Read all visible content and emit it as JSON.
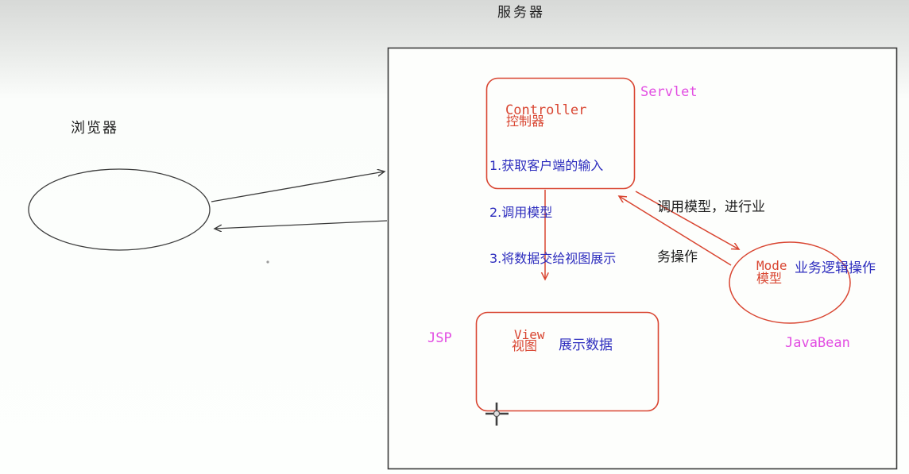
{
  "title": "服务器",
  "colors": {
    "red": "#d94632",
    "blue": "#2d2dbe",
    "magenta": "#e24de2",
    "black_text": "#1f1f1f",
    "outline": "#3b3b3b",
    "canvas_white": "#fdfefc",
    "background_top_gray": "#d7d9d7"
  },
  "browser": {
    "label": "浏览器"
  },
  "server": {
    "controller": {
      "name_en": "Controller",
      "name_zh": "控制器",
      "tag": "Servlet",
      "steps": [
        "1.获取客户端的输入",
        "2.调用模型",
        "3.将数据交给视图展示"
      ]
    },
    "view": {
      "name_en": "View",
      "name_zh": "视图",
      "tag": "JSP",
      "note": "展示数据"
    },
    "model": {
      "name_en": "Mode",
      "name_zh": "模型",
      "tag": "JavaBean",
      "note": "业务逻辑操作"
    },
    "call_note_line1": "调用模型，进行业",
    "call_note_line2": "务操作"
  }
}
